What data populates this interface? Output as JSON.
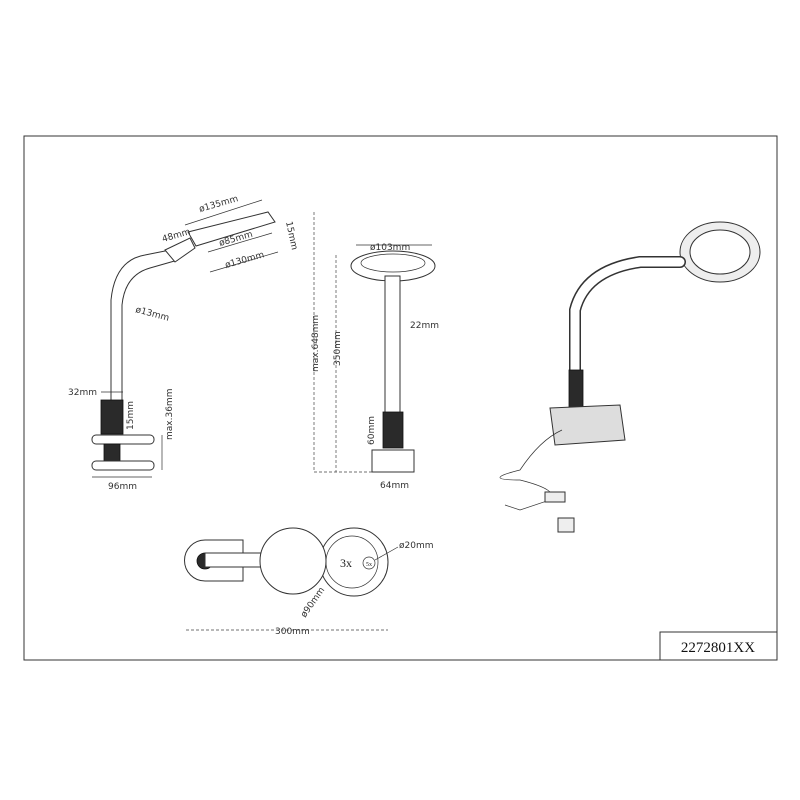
{
  "title_block": {
    "product_code": "2272801XX"
  },
  "side_view": {
    "dims": {
      "head_outer_diameter": "ø135mm",
      "head_lens_diameter": "ø85mm",
      "head_base_diameter": "ø130mm",
      "head_thickness": "15mm",
      "neck_length": "48mm",
      "arm_diameter": "ø13mm",
      "grip_width": "32mm",
      "clamp_plate": "15mm",
      "clamp_opening": "max.36mm",
      "clamp_width": "96mm"
    }
  },
  "front_view": {
    "dims": {
      "head_diameter": "ø103mm",
      "total_height": "max.648mm",
      "arm_height": "350mm",
      "arm_width": "22mm",
      "grip_height": "60mm",
      "base_width": "64mm"
    }
  },
  "top_view": {
    "dims": {
      "total_length": "300mm",
      "lens_diameter": "ø90mm",
      "small_lens_diameter": "ø20mm"
    },
    "magnification_main": "3x",
    "magnification_small": "5x"
  }
}
